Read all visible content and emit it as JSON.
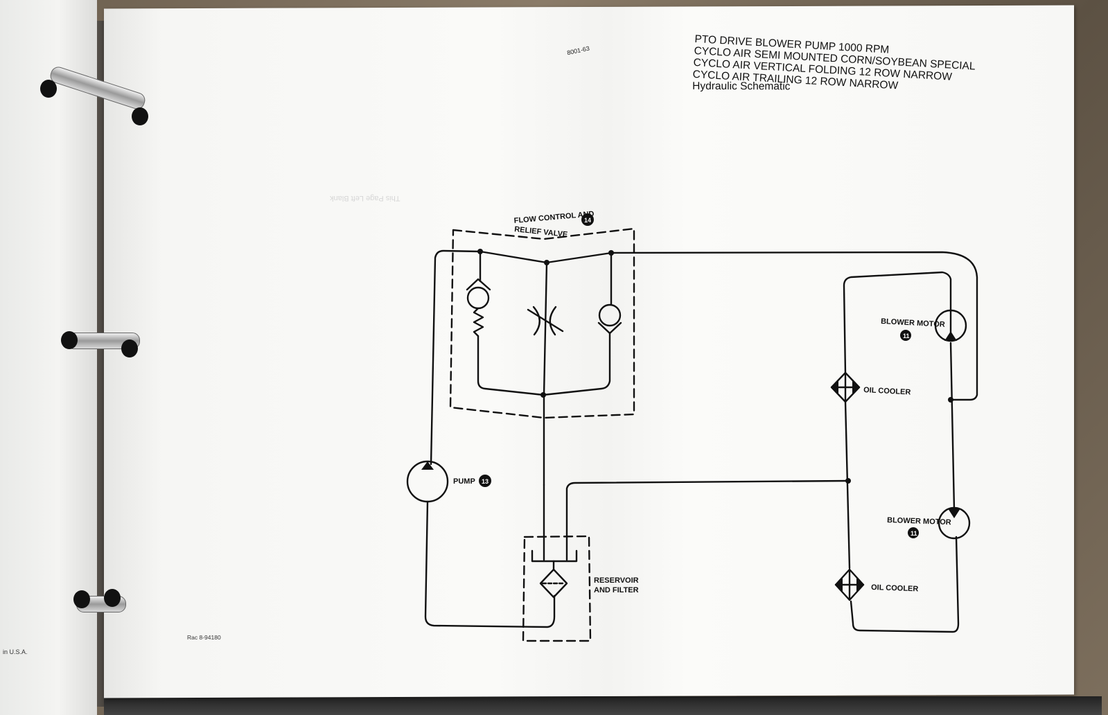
{
  "document": {
    "title_lines": [
      "PTO DRIVE BLOWER PUMP 1000 RPM",
      "CYCLO AIR SEMI MOUNTED CORN/SOYBEAN SPECIAL",
      "CYCLO AIR VERTICAL FOLDING 12 ROW NARROW",
      "CYCLO AIR TRAILING 12 ROW NARROW",
      "Hydraulic Schematic"
    ],
    "page_code": "8001-63",
    "footer_code": "Rac 8-94180",
    "left_page_footer": "in U.S.A.",
    "show_through_text": "This Page Left Blank"
  },
  "schematic": {
    "components": [
      {
        "id": "flow-control",
        "label_line1": "FLOW CONTROL AND",
        "label_line2": "RELIEF VALVE",
        "callout": "14"
      },
      {
        "id": "pump",
        "label": "PUMP",
        "callout": "13"
      },
      {
        "id": "reservoir",
        "label_line1": "RESERVOIR",
        "label_line2": "AND FILTER"
      },
      {
        "id": "blower-motor-upper",
        "label": "BLOWER MOTOR",
        "callout": "11"
      },
      {
        "id": "blower-motor-lower",
        "label": "BLOWER MOTOR",
        "callout": "11"
      },
      {
        "id": "oil-cooler-upper",
        "label": "OIL COOLER"
      },
      {
        "id": "oil-cooler-lower",
        "label": "OIL COOLER"
      }
    ]
  }
}
